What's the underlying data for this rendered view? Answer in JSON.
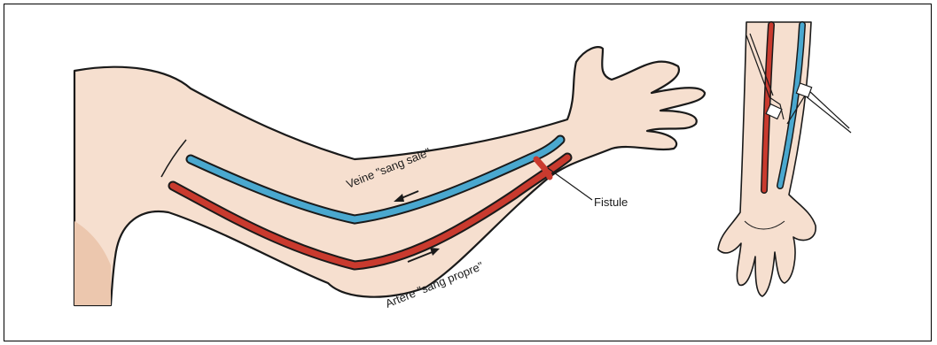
{
  "labels": {
    "vein": "Veine \"sang sale\"",
    "artery": "Artère \"sang propre\"",
    "fistula": "Fistule"
  },
  "colors": {
    "skin": "#f6dfcf",
    "skin_shadow": "#ecc7ae",
    "outline": "#1a1a1a",
    "vein": "#4aa8cf",
    "artery": "#c93a2e",
    "needle": "#e8e8e8"
  }
}
